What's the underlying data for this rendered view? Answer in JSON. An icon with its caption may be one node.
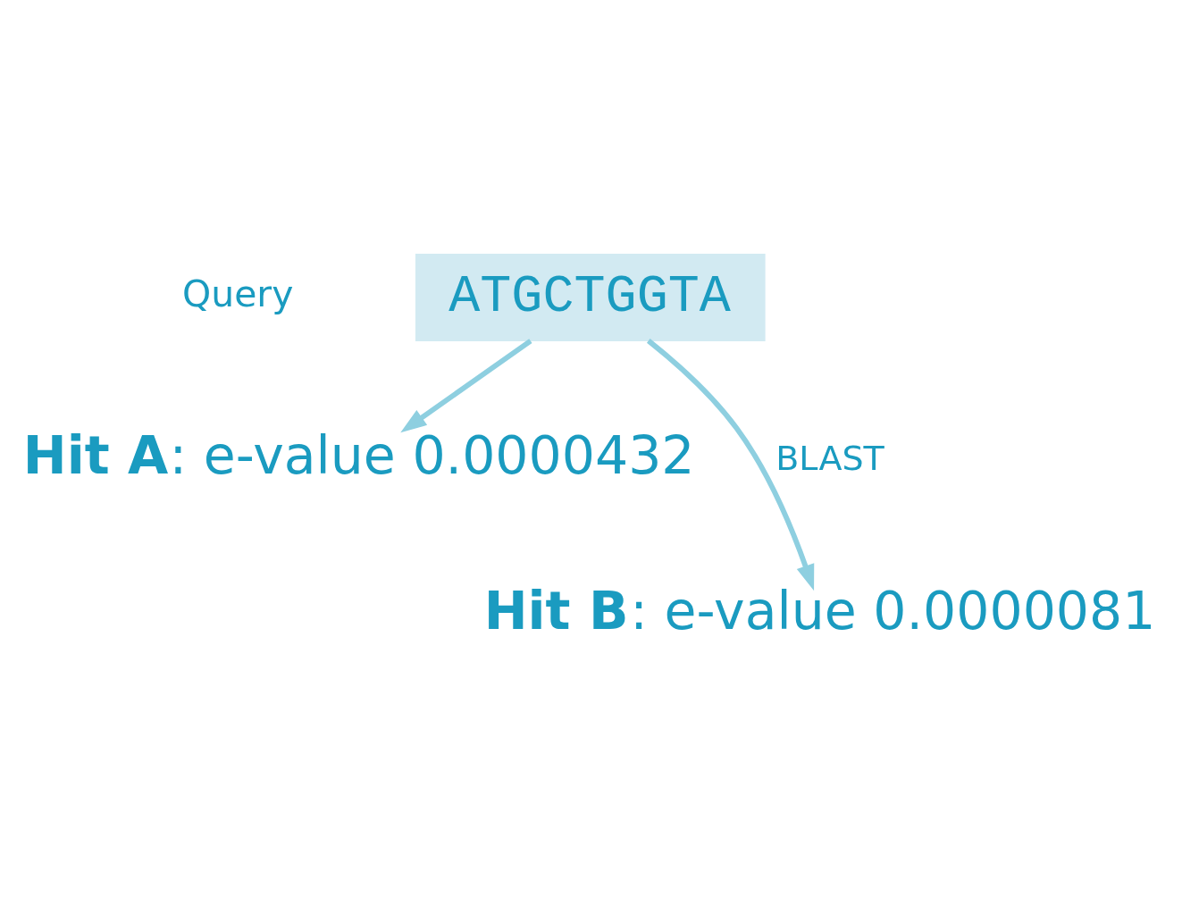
{
  "diagram": {
    "nodes": [
      {
        "text": [
          "ATGCTGGTA"
        ],
        "beside": [
          "Query"
        ]
      },
      {
        "text": [
          "**Hit A**: e-value 0.0000432"
        ]
      },
      {
        "text": [
          "**Hit B**: e-value 0.0000081"
        ]
      }
    ],
    "edges": [
      {
        "from": 0,
        "to": 1,
        "arrow": "to"
      },
      {
        "from": 0,
        "to": 2,
        "arrow": "to",
        "label": "BLAST"
      }
    ]
  }
}
